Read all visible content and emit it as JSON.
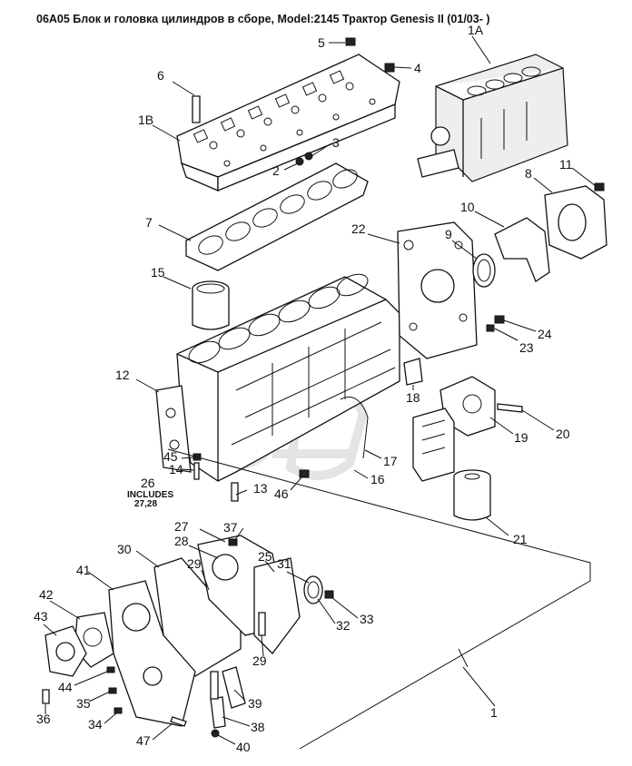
{
  "title": "06A05 Блок и головка цилиндров в сборе, Model:2145 Трактор Genesis II (01/03- )",
  "callouts": [
    {
      "id": "c5",
      "label": "5"
    },
    {
      "id": "c4",
      "label": "4"
    },
    {
      "id": "c6",
      "label": "6"
    },
    {
      "id": "c1A",
      "label": "1A"
    },
    {
      "id": "c1B",
      "label": "1B"
    },
    {
      "id": "c3",
      "label": "3"
    },
    {
      "id": "c2",
      "label": "2"
    },
    {
      "id": "c8",
      "label": "8"
    },
    {
      "id": "c11",
      "label": "11"
    },
    {
      "id": "c10",
      "label": "10"
    },
    {
      "id": "c7",
      "label": "7"
    },
    {
      "id": "c22",
      "label": "22"
    },
    {
      "id": "c9",
      "label": "9"
    },
    {
      "id": "c15",
      "label": "15"
    },
    {
      "id": "c24",
      "label": "24"
    },
    {
      "id": "c23",
      "label": "23"
    },
    {
      "id": "c12",
      "label": "12"
    },
    {
      "id": "c18",
      "label": "18"
    },
    {
      "id": "c20",
      "label": "20"
    },
    {
      "id": "c19",
      "label": "19"
    },
    {
      "id": "c45",
      "label": "45"
    },
    {
      "id": "c17",
      "label": "17"
    },
    {
      "id": "c14",
      "label": "14"
    },
    {
      "id": "c16",
      "label": "16"
    },
    {
      "id": "c26",
      "label": "26"
    },
    {
      "id": "c13",
      "label": "13"
    },
    {
      "id": "c46",
      "label": "46"
    },
    {
      "id": "c21",
      "label": "21"
    },
    {
      "id": "c27",
      "label": "27"
    },
    {
      "id": "c37",
      "label": "37"
    },
    {
      "id": "c28",
      "label": "28"
    },
    {
      "id": "c30",
      "label": "30"
    },
    {
      "id": "c25",
      "label": "25"
    },
    {
      "id": "c29a",
      "label": "29"
    },
    {
      "id": "c31",
      "label": "31"
    },
    {
      "id": "c41",
      "label": "41"
    },
    {
      "id": "c42",
      "label": "42"
    },
    {
      "id": "c32",
      "label": "32"
    },
    {
      "id": "c33",
      "label": "33"
    },
    {
      "id": "c43",
      "label": "43"
    },
    {
      "id": "c29b",
      "label": "29"
    },
    {
      "id": "c44",
      "label": "44"
    },
    {
      "id": "c35",
      "label": "35"
    },
    {
      "id": "c39",
      "label": "39"
    },
    {
      "id": "c36",
      "label": "36"
    },
    {
      "id": "c34",
      "label": "34"
    },
    {
      "id": "c38",
      "label": "38"
    },
    {
      "id": "c47",
      "label": "47"
    },
    {
      "id": "c40",
      "label": "40"
    },
    {
      "id": "c1",
      "label": "1"
    }
  ],
  "includes_note": {
    "line1": "INCLUDES",
    "line2": "27,28"
  }
}
